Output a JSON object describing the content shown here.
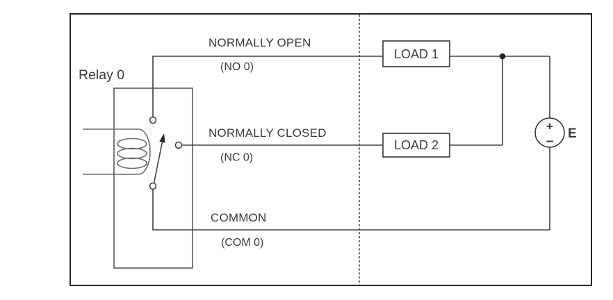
{
  "relay": {
    "label": "Relay 0"
  },
  "terminals": {
    "no_name": "NORMALLY OPEN",
    "no_code": "(NO 0)",
    "nc_name": "NORMALLY CLOSED",
    "nc_code": "(NC 0)",
    "com_name": "COMMON",
    "com_code": "(COM 0)"
  },
  "loads": {
    "load1_label": "LOAD 1",
    "load2_label": "LOAD 2"
  },
  "source": {
    "label": "E",
    "plus_sign": "+",
    "minus_sign": "−"
  },
  "colors": {
    "wire": "#404040",
    "relay_box": "#595959",
    "outer_border": "#262626",
    "text": "#3b3b3b",
    "background": "#ffffff"
  }
}
